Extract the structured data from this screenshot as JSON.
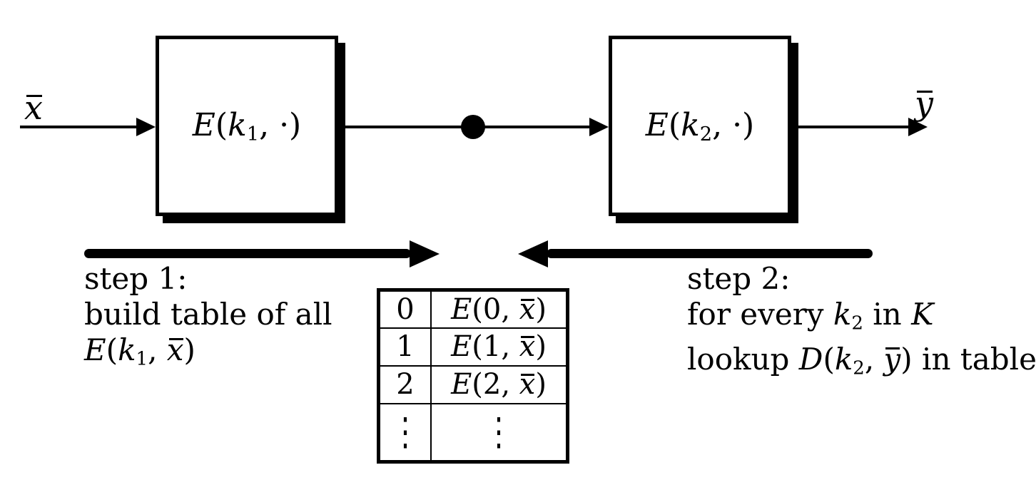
{
  "colors": {
    "ink": "#000000",
    "background": "#ffffff"
  },
  "diagram": {
    "input_label": [
      {
        "t": "x",
        "s": "o"
      }
    ],
    "output_label": [
      {
        "t": "y",
        "s": "o"
      }
    ],
    "box1_label": [
      {
        "t": "E",
        "s": "i"
      },
      {
        "t": "(",
        "s": "n"
      },
      {
        "t": "k",
        "s": "i"
      },
      {
        "t": "1",
        "s": "b"
      },
      {
        "t": ", ·)",
        "s": "n"
      }
    ],
    "box2_label": [
      {
        "t": "E",
        "s": "i"
      },
      {
        "t": "(",
        "s": "n"
      },
      {
        "t": "k",
        "s": "i"
      },
      {
        "t": "2",
        "s": "b"
      },
      {
        "t": ", ·)",
        "s": "n"
      }
    ]
  },
  "step1": {
    "line1": "step 1:",
    "line2": "build table of all",
    "line3": [
      {
        "t": "E",
        "s": "i"
      },
      {
        "t": "(",
        "s": "n"
      },
      {
        "t": "k",
        "s": "i"
      },
      {
        "t": "1",
        "s": "b"
      },
      {
        "t": ", ",
        "s": "n"
      },
      {
        "t": "x",
        "s": "o"
      },
      {
        "t": ")",
        "s": "n"
      }
    ]
  },
  "step2": {
    "line1": "step 2:",
    "line2": [
      {
        "t": "for every ",
        "s": "n"
      },
      {
        "t": "k",
        "s": "i"
      },
      {
        "t": "2",
        "s": "b"
      },
      {
        "t": " in ",
        "s": "n"
      },
      {
        "t": "K",
        "s": "i"
      }
    ],
    "line3": [
      {
        "t": "lookup ",
        "s": "n"
      },
      {
        "t": "D",
        "s": "i"
      },
      {
        "t": "(",
        "s": "n"
      },
      {
        "t": "k",
        "s": "i"
      },
      {
        "t": "2",
        "s": "b"
      },
      {
        "t": ", ",
        "s": "n"
      },
      {
        "t": "y",
        "s": "o"
      },
      {
        "t": ") in table",
        "s": "n"
      }
    ]
  },
  "table": {
    "rows": [
      {
        "key": "0",
        "value": [
          {
            "t": "E",
            "s": "i"
          },
          {
            "t": "(0, ",
            "s": "n"
          },
          {
            "t": "x",
            "s": "o"
          },
          {
            "t": ")",
            "s": "n"
          }
        ]
      },
      {
        "key": "1",
        "value": [
          {
            "t": "E",
            "s": "i"
          },
          {
            "t": "(1, ",
            "s": "n"
          },
          {
            "t": "x",
            "s": "o"
          },
          {
            "t": ")",
            "s": "n"
          }
        ]
      },
      {
        "key": "2",
        "value": [
          {
            "t": "E",
            "s": "i"
          },
          {
            "t": "(2, ",
            "s": "n"
          },
          {
            "t": "x",
            "s": "o"
          },
          {
            "t": ")",
            "s": "n"
          }
        ]
      },
      {
        "key": "⋮",
        "value": "⋮"
      }
    ]
  }
}
